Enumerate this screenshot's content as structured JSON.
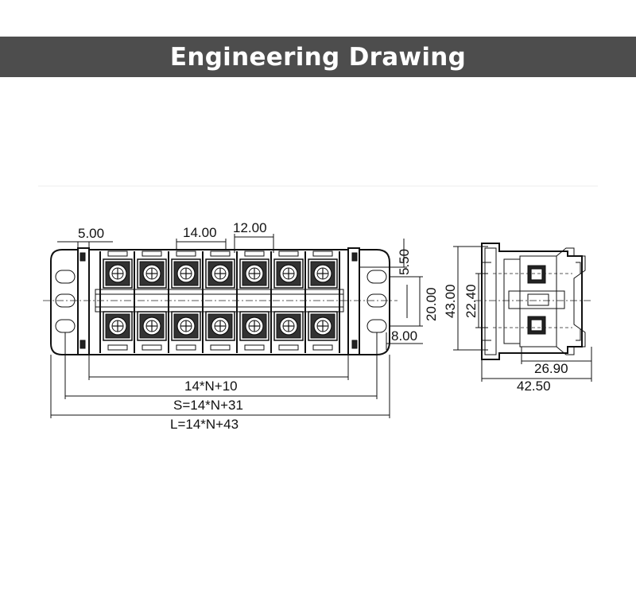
{
  "header": {
    "title": "Engineering Drawing"
  },
  "dimensions": {
    "pitch_outer": "5.00",
    "pitch": "14.00",
    "width": "12.00",
    "bar_offset": "5.50",
    "hole_pitch": "20.00",
    "height": "43.00",
    "inner_height": "22.40",
    "hole_edge": "8.00",
    "body_length": "14*N+10",
    "mount_spacing": "S=14*N+31",
    "overall_length": "L=14*N+43",
    "side_inner_width": "26.90",
    "side_width": "42.50"
  },
  "colors": {
    "banner": "#4d4d4d",
    "line": "#111111"
  },
  "terminal_count": 7
}
